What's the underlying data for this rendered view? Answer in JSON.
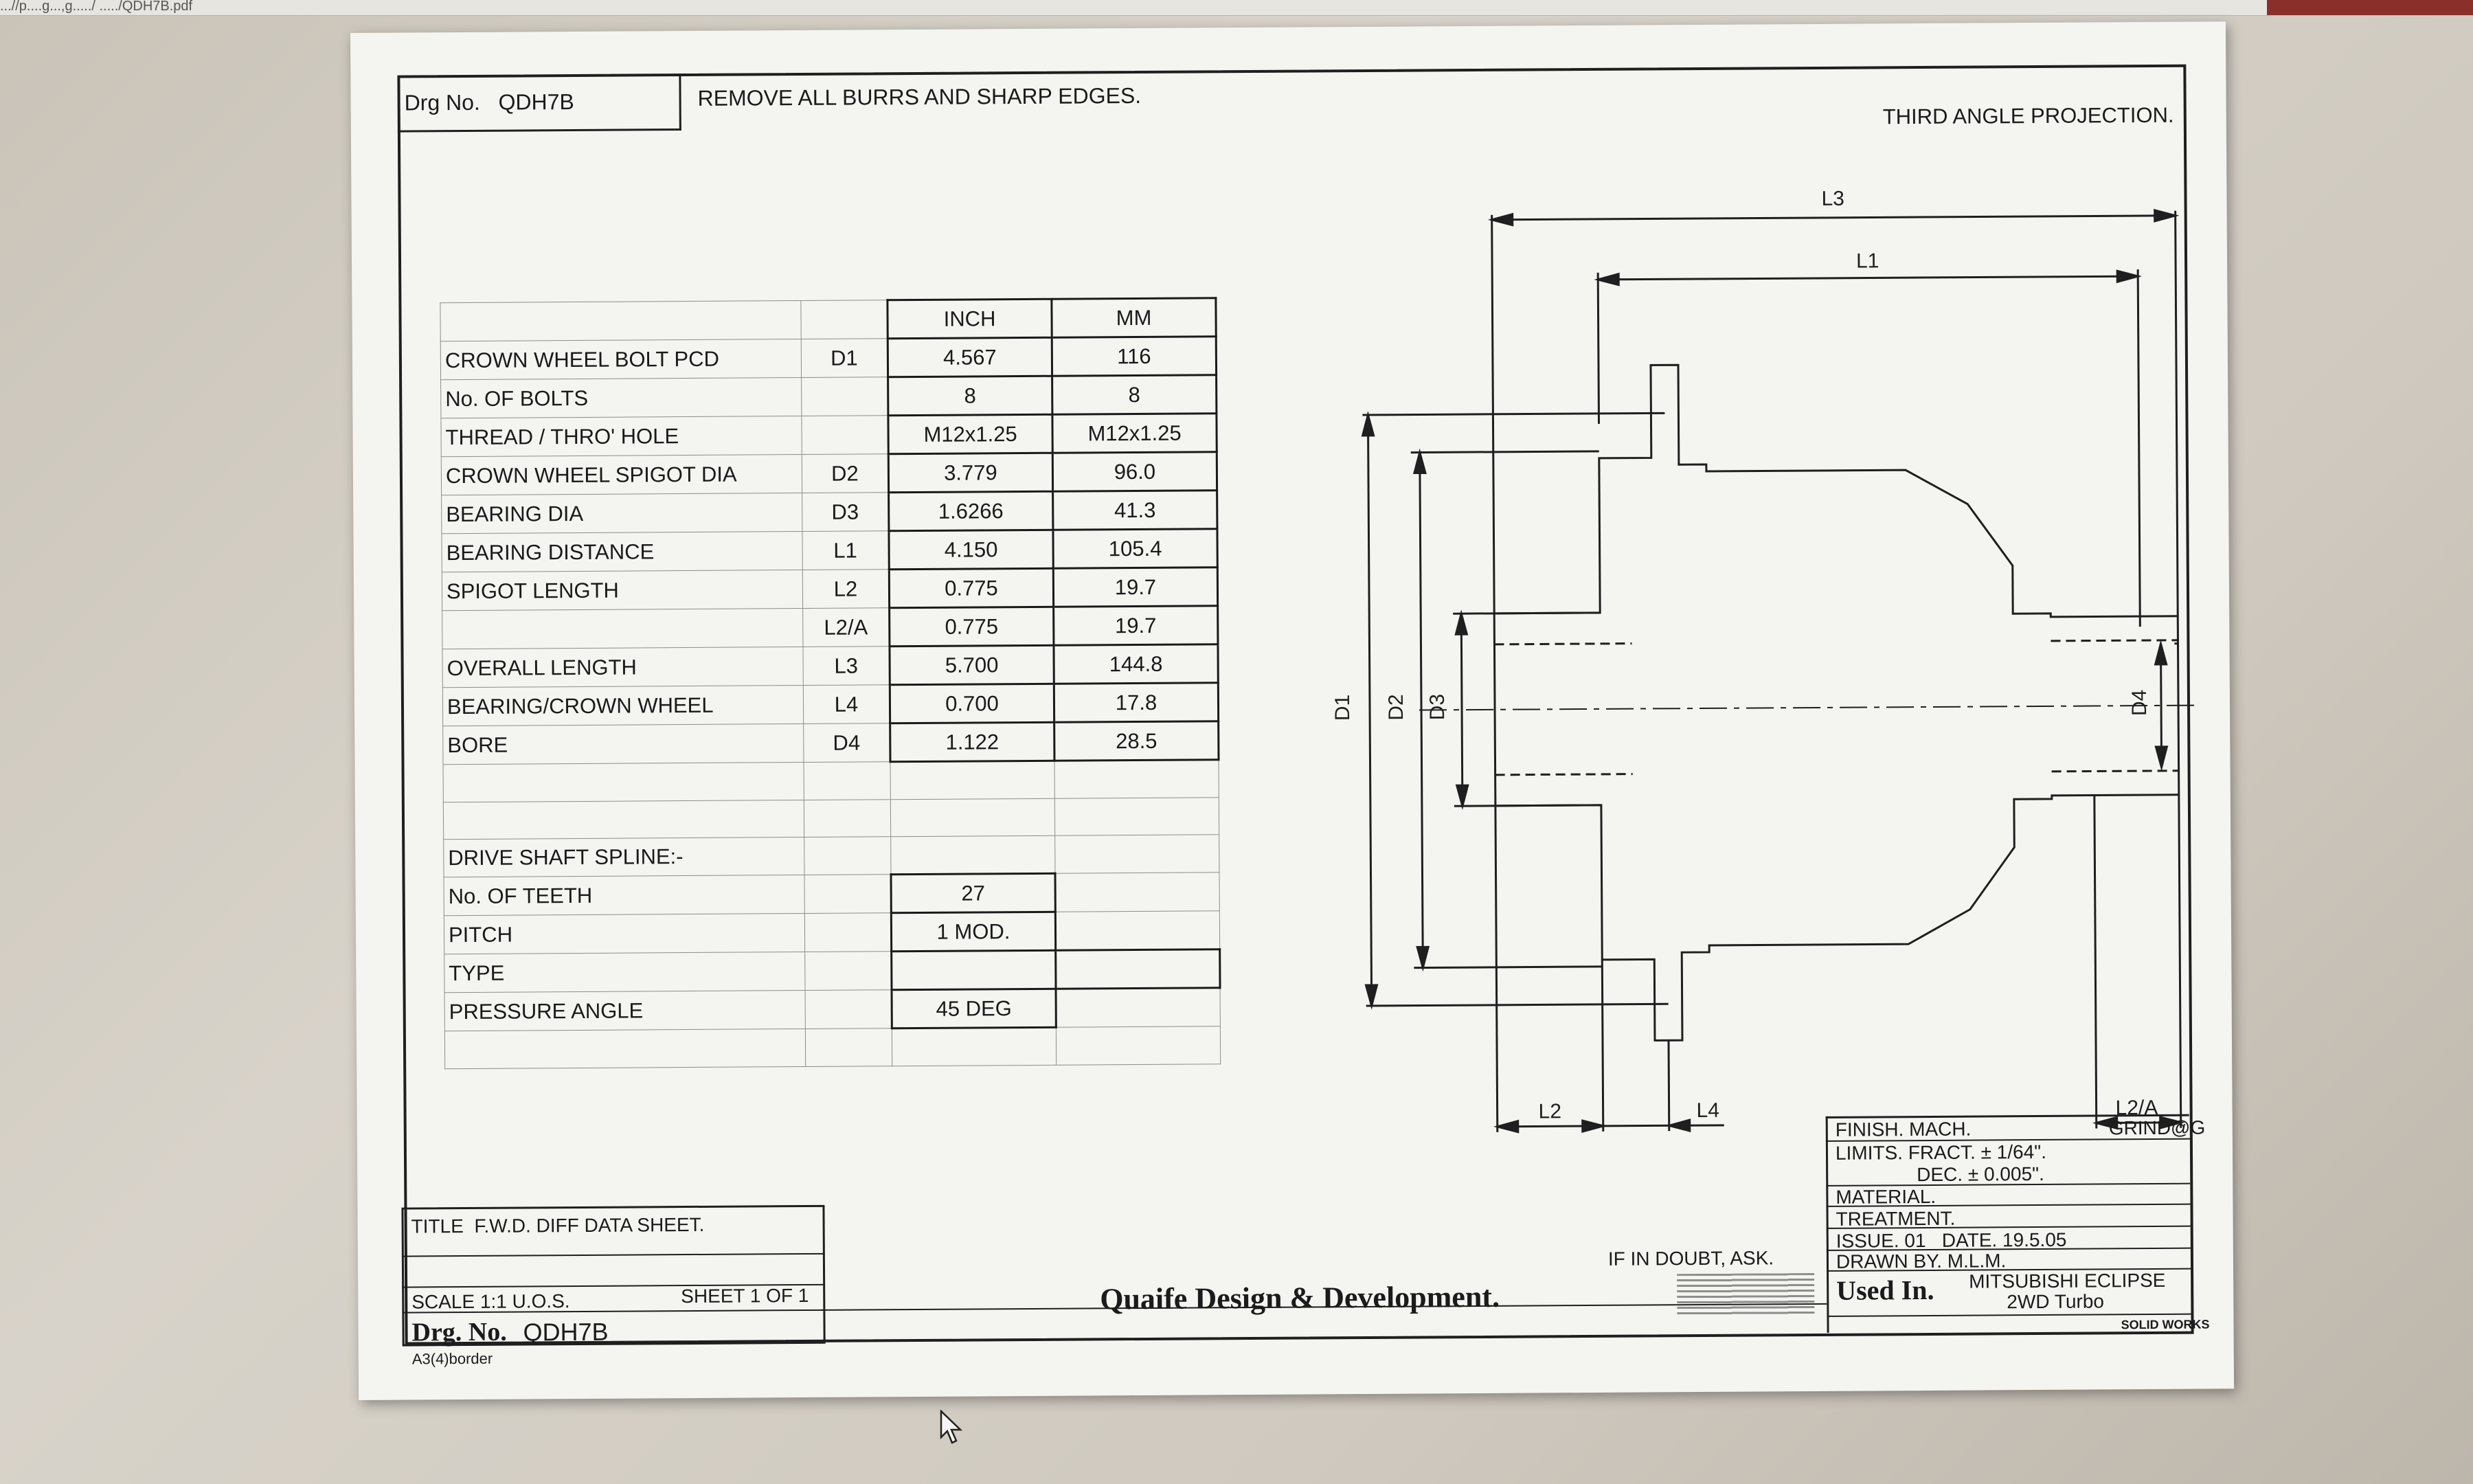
{
  "browser": {
    "url_fragment": "...//p....g...,g...../ ...../QDH7B.pdf"
  },
  "drawing": {
    "drg_box": "Drg No.   QDH7B",
    "note": "REMOVE ALL BURRS AND SHARP EDGES.",
    "projection": "THIRD ANGLE PROJECTION.",
    "dims": {
      "L3": "L3",
      "L1": "L1",
      "L2": "L2",
      "L4": "L4",
      "L2A": "L2/A",
      "D1": "D1",
      "D2": "D2",
      "D3": "D3",
      "D4": "D4"
    }
  },
  "table": {
    "headers": [
      "",
      "",
      "INCH",
      "MM"
    ],
    "rows": [
      {
        "label": "CROWN WHEEL BOLT PCD",
        "sym": "D1",
        "inch": "4.567",
        "mm": "116"
      },
      {
        "label": "No. OF BOLTS",
        "sym": "",
        "inch": "8",
        "mm": "8"
      },
      {
        "label": "THREAD / THRO' HOLE",
        "sym": "",
        "inch": "M12x1.25",
        "mm": "M12x1.25"
      },
      {
        "label": "CROWN WHEEL SPIGOT DIA",
        "sym": "D2",
        "inch": "3.779",
        "mm": "96.0"
      },
      {
        "label": "BEARING DIA",
        "sym": "D3",
        "inch": "1.6266",
        "mm": "41.3"
      },
      {
        "label": "BEARING DISTANCE",
        "sym": "L1",
        "inch": "4.150",
        "mm": "105.4"
      },
      {
        "label": "SPIGOT LENGTH",
        "sym": "L2",
        "inch": "0.775",
        "mm": "19.7"
      },
      {
        "label": "",
        "sym": "L2/A",
        "inch": "0.775",
        "mm": "19.7"
      },
      {
        "label": "OVERALL LENGTH",
        "sym": "L3",
        "inch": "5.700",
        "mm": "144.8"
      },
      {
        "label": "BEARING/CROWN WHEEL",
        "sym": "L4",
        "inch": "0.700",
        "mm": "17.8"
      },
      {
        "label": "BORE",
        "sym": "D4",
        "inch": "1.122",
        "mm": "28.5"
      }
    ],
    "spline_title": "DRIVE SHAFT SPLINE:-",
    "spline": [
      {
        "label": "No. OF TEETH",
        "value": "27"
      },
      {
        "label": "PITCH",
        "value": "1 MOD."
      },
      {
        "label": "TYPE",
        "value": ""
      },
      {
        "label": "PRESSURE ANGLE",
        "value": "45 DEG"
      }
    ]
  },
  "title_block": {
    "title": "TITLE  F.W.D. DIFF DATA SHEET.",
    "scale": "SCALE 1:1 U.O.S.",
    "sheet": "SHEET 1 OF 1",
    "drg_label": "Drg. No.",
    "drg_no": "QDH7B",
    "border_name": "A3(4)border",
    "company": "Quaife Design & Development.",
    "if_in_doubt": "IF IN DOUBT, ASK.",
    "finish": "FINISH. MACH.",
    "grind": "GRIND@G",
    "limits": "LIMITS. FRACT. ± 1/64\".",
    "dec": "DEC. ± 0.005\".",
    "material": "MATERIAL.",
    "treatment": "TREATMENT.",
    "issue": "ISSUE. 01   DATE. 19.5.05",
    "drawn_by": "DRAWN BY. M.L.M.",
    "used_in": "Used In.",
    "vehicle_1": "MITSUBISHI ECLIPSE",
    "vehicle_2": "2WD Turbo",
    "solidworks": "SOLID WORKS"
  }
}
